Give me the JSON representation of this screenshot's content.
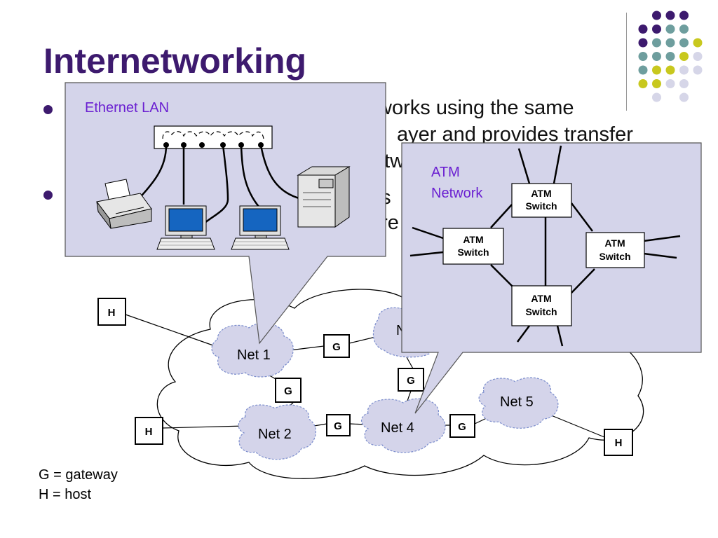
{
  "slide": {
    "title": "Internetworking",
    "bullet_fragments": [
      "tworks using the same",
      "ayer and provides transfer",
      "etw",
      "es",
      "ere"
    ]
  },
  "ethernet_callout": {
    "label": "Ethernet LAN"
  },
  "atm_callout": {
    "label_line1": "ATM",
    "label_line2": "Network",
    "switches": [
      {
        "line1": "ATM",
        "line2": "Switch"
      },
      {
        "line1": "ATM",
        "line2": "Switch"
      },
      {
        "line1": "ATM",
        "line2": "Switch"
      },
      {
        "line1": "ATM",
        "line2": "Switch"
      }
    ]
  },
  "networks": [
    "Net 1",
    "Net 2",
    "Net 4",
    "Net 5",
    "N"
  ],
  "gateway_label": "G",
  "host_label": "H",
  "legend": {
    "gateway": "G = gateway",
    "host": "H = host"
  },
  "colors": {
    "title": "#3d1a6e",
    "dots_purple": "#3d1a6e",
    "dots_teal": "#6e9e9e",
    "dots_yellow": "#c8c81e",
    "dots_lavender": "#d6d6e8",
    "callout_fill": "#d4d4ea",
    "net_fill": "#d4d4ea",
    "label_purple": "#6a1fd1"
  }
}
